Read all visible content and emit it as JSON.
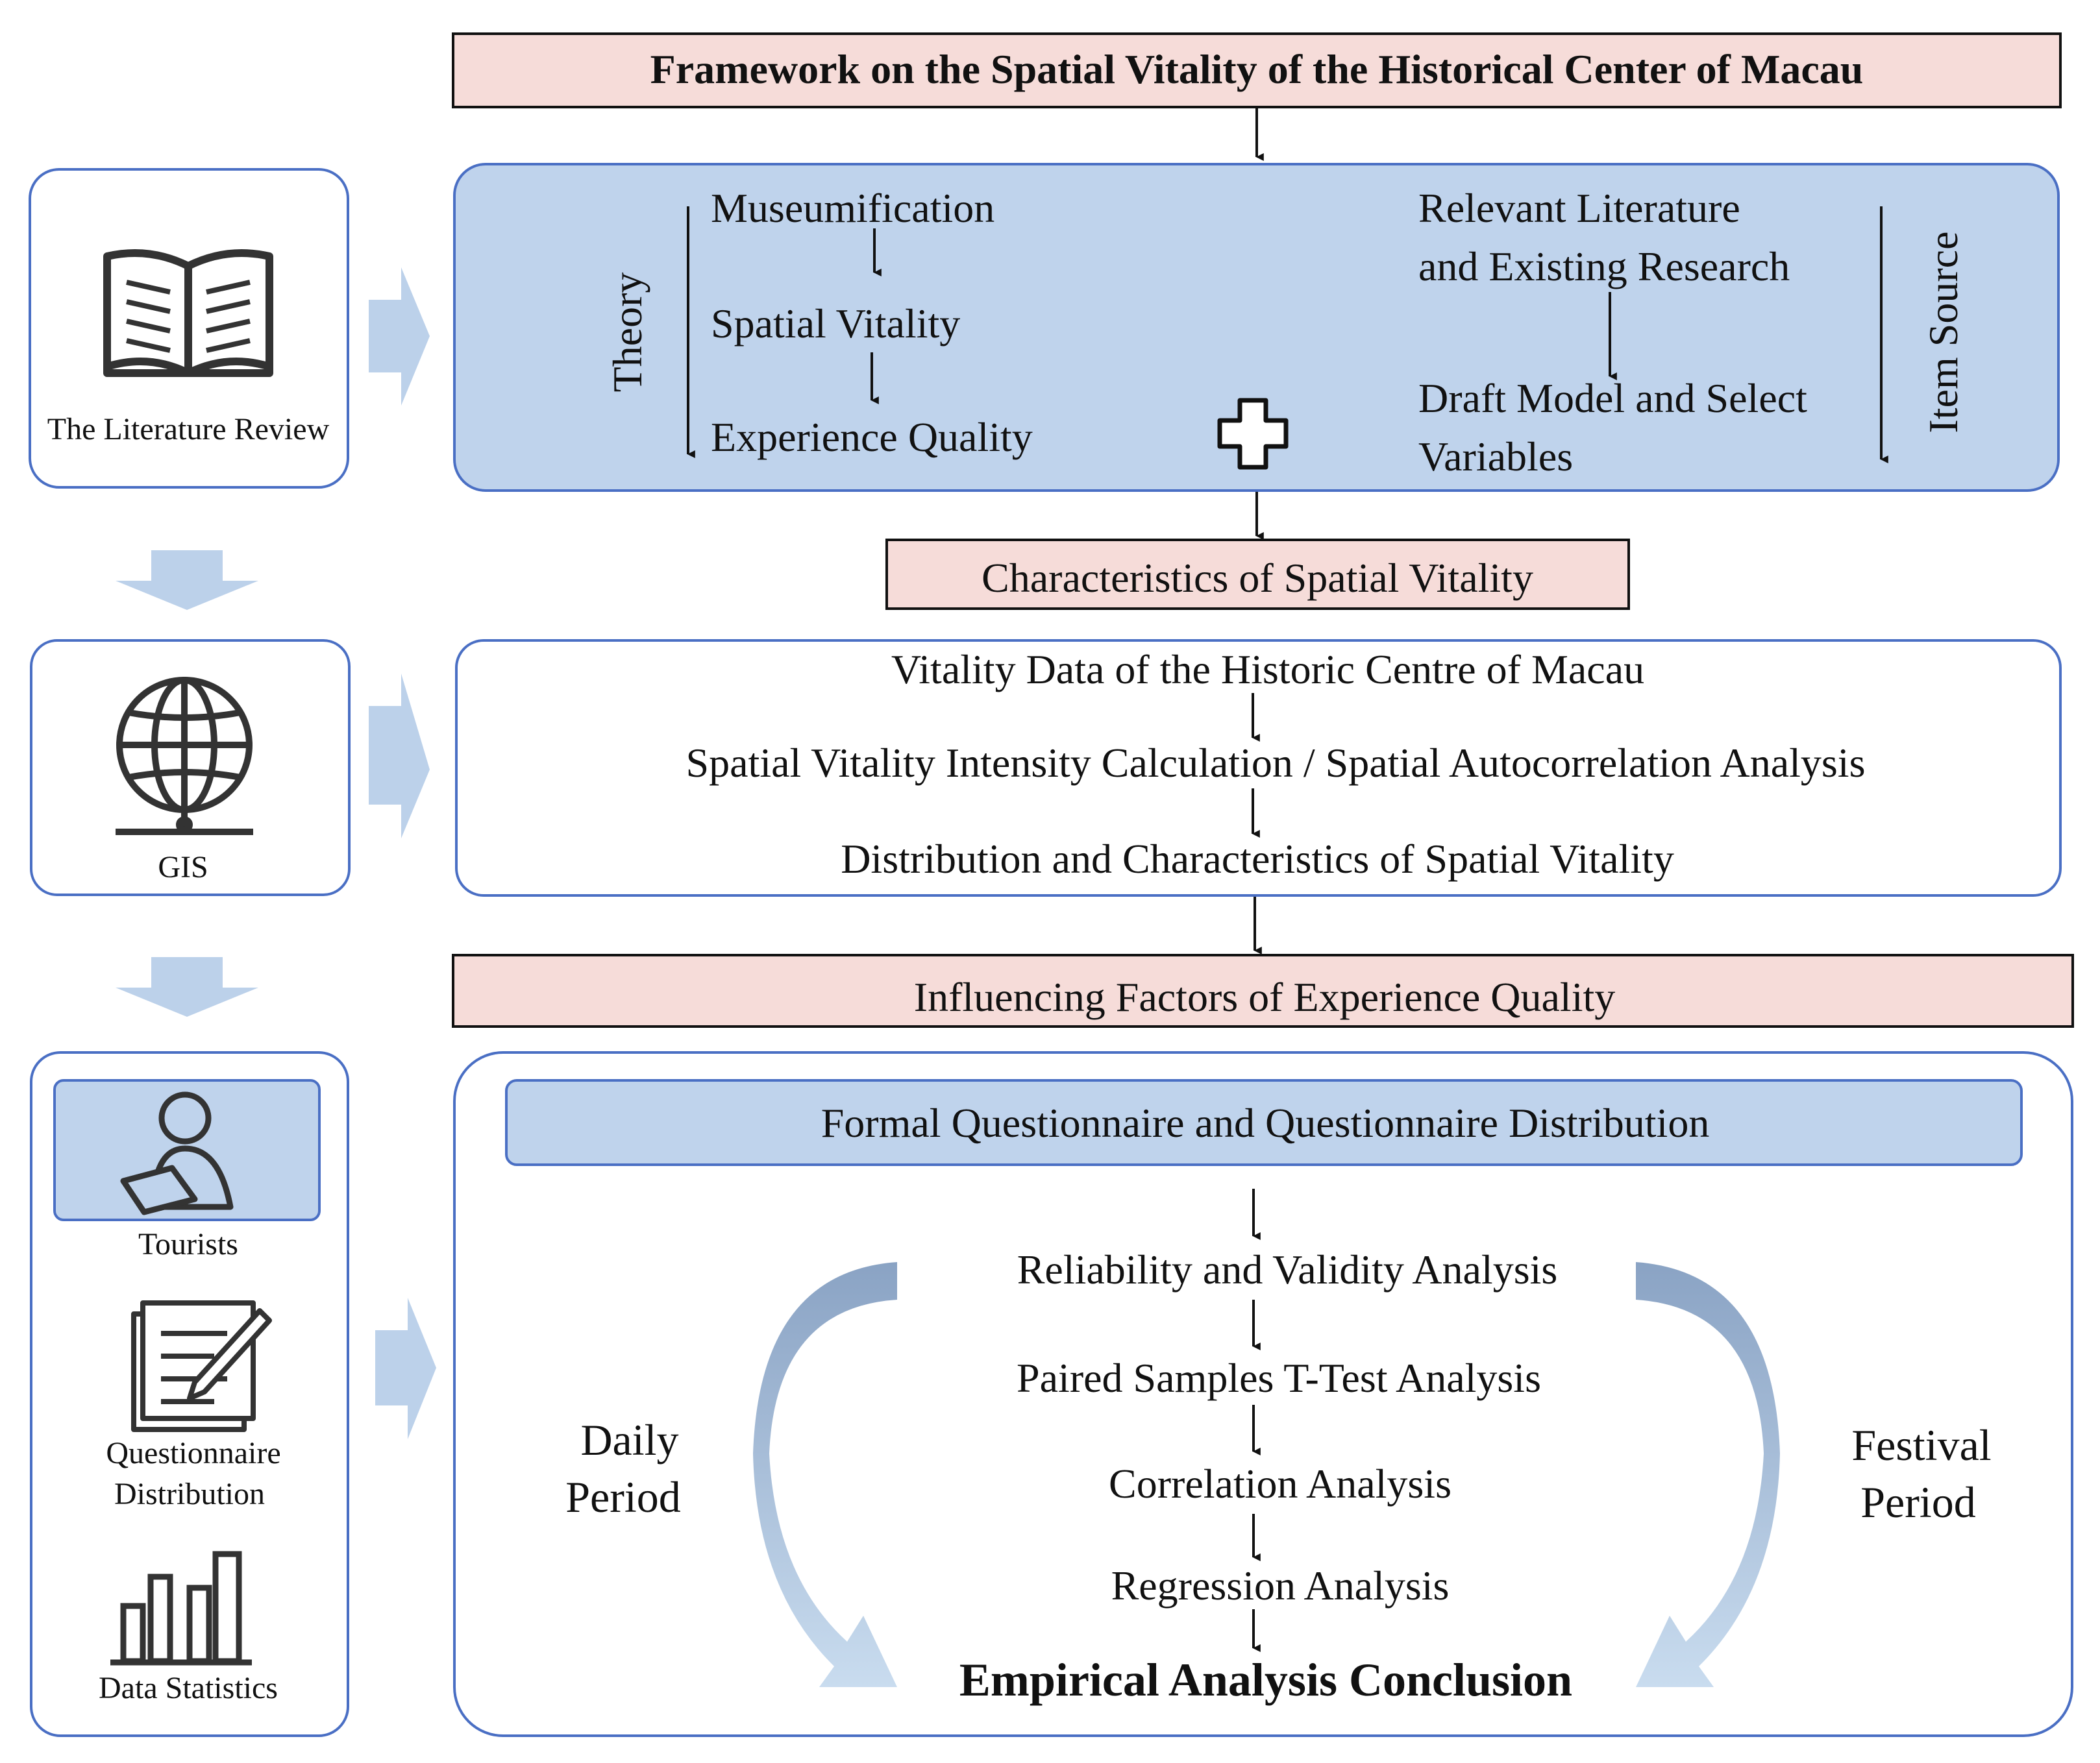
{
  "title": "Framework on the Spatial Vitality of the Historical Center of Macau",
  "left_panel": {
    "literature_label": "The Literature Review",
    "gis_label": "GIS",
    "tourists_label": "Tourists",
    "questionnaire_label_line1": "Questionnaire",
    "questionnaire_label_line2": "Distribution",
    "statistics_label": "Data Statistics"
  },
  "theory_box": {
    "theory_label": "Theory",
    "items": [
      "Museumification",
      "Spatial Vitality",
      "Experience Quality"
    ],
    "item_source_label": "Item Source",
    "source_line1": "Relevant Literature",
    "source_line2": "and Existing Research",
    "draft_line1": "Draft Model and Select",
    "draft_line2": "Variables"
  },
  "characteristics_header": "Characteristics of Spatial Vitality",
  "vitality_box": {
    "step1": "Vitality Data of the Historic Centre of Macau",
    "step2": "Spatial Vitality Intensity Calculation / Spatial Autocorrelation Analysis",
    "step3": "Distribution and Characteristics of Spatial Vitality"
  },
  "influencing_header": "Influencing Factors of Experience Quality",
  "analysis_box": {
    "questionnaire_header": "Formal Questionnaire and Questionnaire Distribution",
    "steps": [
      "Reliability and Validity Analysis",
      "Paired Samples T-Test Analysis",
      "Correlation Analysis",
      "Regression Analysis"
    ],
    "conclusion": "Empirical Analysis Conclusion",
    "daily_line1": "Daily",
    "daily_line2": "Period",
    "festival_line1": "Festival",
    "festival_line2": "Period"
  },
  "colors": {
    "pink_fill": "#f6dcd9",
    "blue_fill": "#bfd3ec",
    "blue_stroke": "#4a6fc4",
    "arrow_blue": "#bcd1ea"
  }
}
